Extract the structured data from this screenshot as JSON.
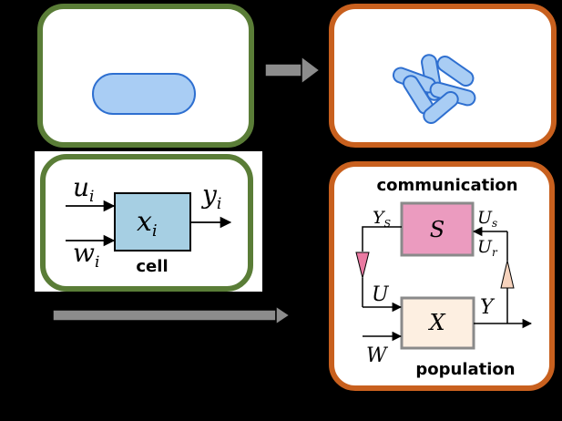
{
  "colors": {
    "background": "#000000",
    "panel_fill": "#ffffff",
    "cell_border": "#5a7d37",
    "population_border": "#c8601e",
    "bacterium_fill": "#a9cdf4",
    "bacterium_stroke": "#2e6fd0",
    "cell_block_fill": "#a6cfe3",
    "s_block_fill": "#eb9bbf",
    "x_block_fill": "#fdefe1",
    "block_border_gray": "#8a8a8a",
    "triangle_pink": "#ea7aa2",
    "triangle_peach": "#f7d3bd",
    "arrow_gray": "#8c8c8c"
  },
  "cell_panel": {
    "input_top": "u",
    "input_top_sub": "i",
    "input_bottom": "w",
    "input_bottom_sub": "i",
    "state": "x",
    "state_sub": "i",
    "output": "y",
    "output_sub": "i",
    "caption": "cell"
  },
  "population_panel": {
    "title": "communication",
    "signal_block": "S",
    "signal_out": "Y",
    "signal_out_sub": "S",
    "signal_in_top": "U",
    "signal_in_top_sub": "s",
    "signal_in_bottom": "U",
    "signal_in_bottom_sub": "r",
    "coupling": "U",
    "population_block": "X",
    "population_out": "Y",
    "external_input": "W",
    "caption": "population"
  }
}
